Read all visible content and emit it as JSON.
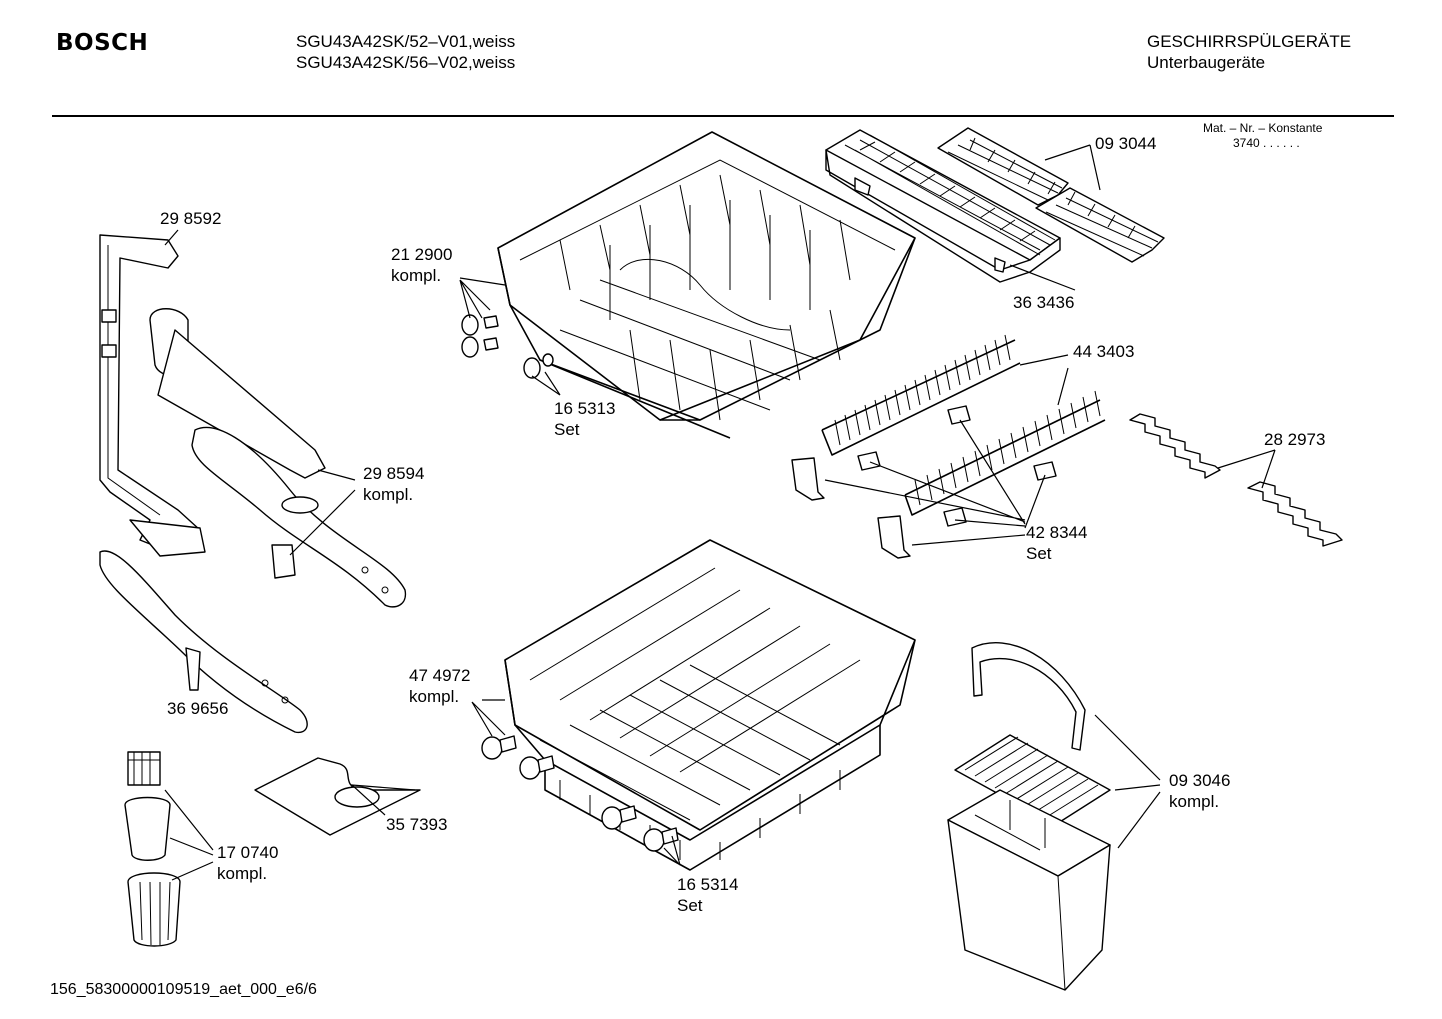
{
  "header": {
    "brand": "BOSCH",
    "models": [
      "SGU43A42SK/52–V01,weiss",
      "SGU43A42SK/56–V02,weiss"
    ],
    "category": "GESCHIRRSPÜLGERÄTE",
    "subcategory": "Unterbaugeräte",
    "constant_label": "Mat. – Nr. – Konstante",
    "constant_value": "3740  .  .    .  .  .  ."
  },
  "callouts": {
    "c298592": [
      "29 8592"
    ],
    "c212900": [
      "21 2900",
      "kompl."
    ],
    "c165313": [
      "16 5313",
      "Set"
    ],
    "c093044": [
      "09 3044"
    ],
    "c363436": [
      "36 3436"
    ],
    "c443403": [
      "44 3403"
    ],
    "c282973": [
      "28 2973"
    ],
    "c298594": [
      "29 8594",
      "kompl."
    ],
    "c428344": [
      "42 8344",
      "Set"
    ],
    "c369656": [
      "36 9656"
    ],
    "c474972": [
      "47 4972",
      "kompl."
    ],
    "c357393": [
      "35 7393"
    ],
    "c170740": [
      "17 0740",
      "kompl."
    ],
    "c165314": [
      "16 5314",
      "Set"
    ],
    "c093046": [
      "09 3046",
      "kompl."
    ]
  },
  "footer": {
    "document_code": "156_58300000109519_aet_000_e6/6"
  }
}
